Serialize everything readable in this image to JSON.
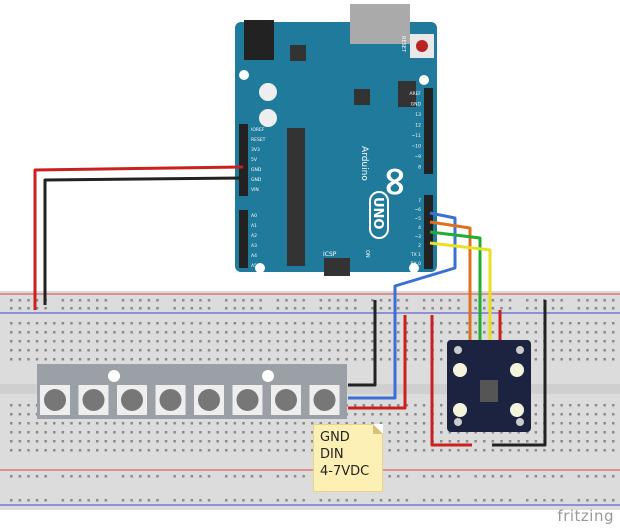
{
  "arduino": {
    "brand": "Arduino",
    "model": "UNO",
    "icsp_label": "ICSP",
    "on_label": "ON",
    "reset_label": "RESET",
    "power_pins": [
      "IOREF",
      "RESET",
      "3V3",
      "5V",
      "GND",
      "GND",
      "VIN"
    ],
    "analog_pins": [
      "A0",
      "A1",
      "A2",
      "A3",
      "A4",
      "A5"
    ],
    "digital_pins": [
      "AREF",
      "GND",
      "13",
      "12",
      "~11",
      "~10",
      "~9",
      "8",
      "7",
      "~6",
      "~5",
      "4",
      "~3",
      "2",
      "TX 1",
      "RX 0"
    ],
    "board_color": "#1f7a9c"
  },
  "note": {
    "lines": [
      "GND",
      "DIN",
      "4-7VDC"
    ]
  },
  "logo": "fritzing",
  "wire_colors": {
    "power": "#cc1f1f",
    "ground": "#222222",
    "data": "#3b6fd8",
    "s2": "#e07020",
    "s3": "#1fae2f",
    "out": "#e8e020"
  }
}
